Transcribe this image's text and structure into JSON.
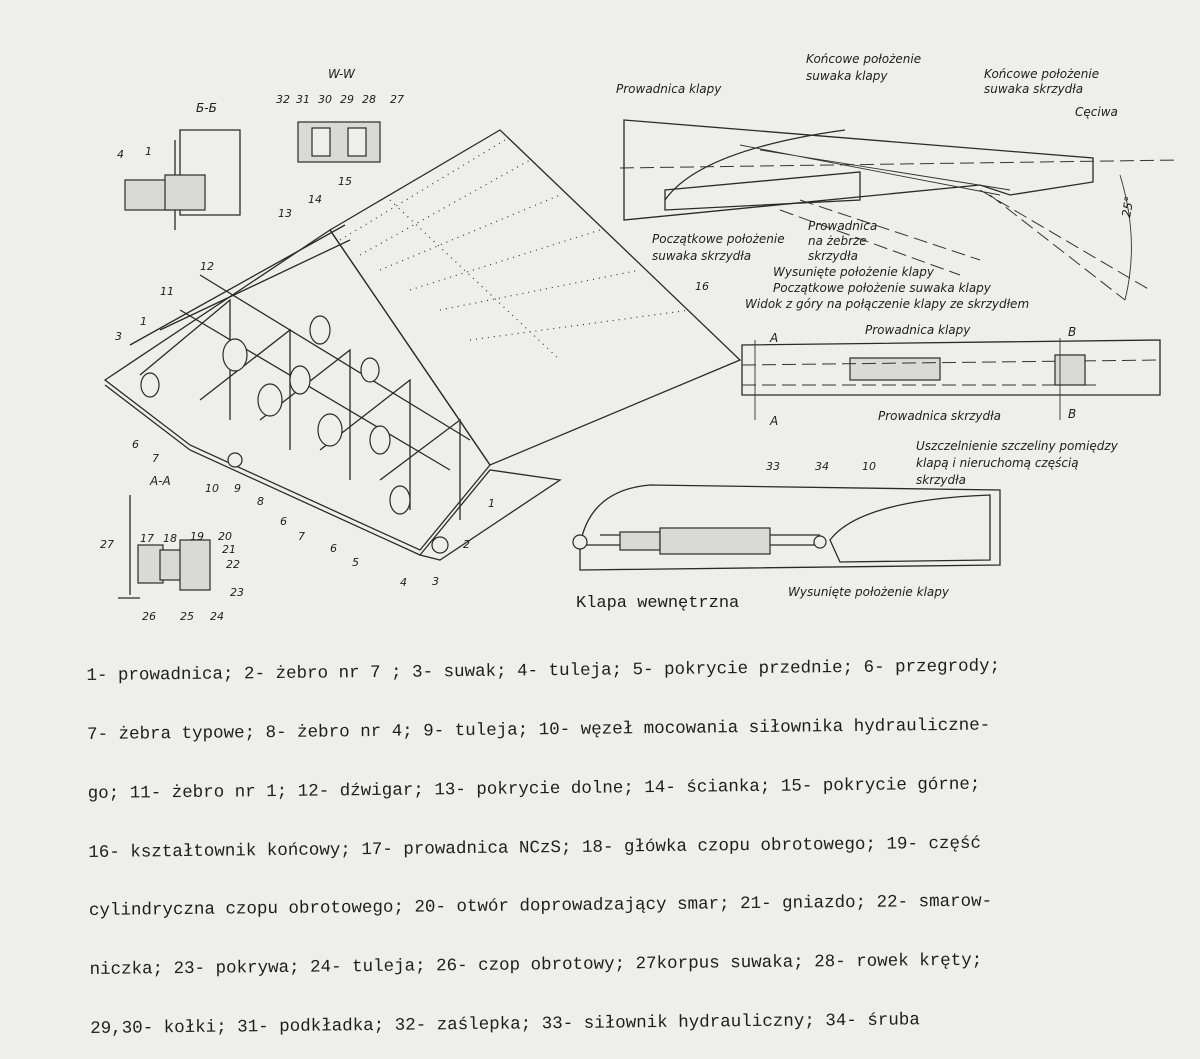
{
  "sections": {
    "ww": "W-W",
    "bb": "Б-Б",
    "aa": "A-A"
  },
  "callouts_main": [
    "1",
    "2",
    "3",
    "4",
    "5",
    "6",
    "7",
    "8",
    "9",
    "10",
    "11",
    "12",
    "13",
    "14",
    "15",
    "16"
  ],
  "callouts_ww": [
    "32",
    "31",
    "30",
    "29",
    "28",
    "27"
  ],
  "callouts_bb": [
    "4",
    "1"
  ],
  "callouts_aa": [
    "27",
    "17",
    "18",
    "19",
    "20",
    "21",
    "22",
    "23",
    "24",
    "25",
    "26"
  ],
  "callouts_actuator": [
    "33",
    "34",
    "10"
  ],
  "side_view": {
    "koncowe_suwaka_klapy": [
      "Końcowe położenie",
      "suwaka klapy"
    ],
    "koncowe_suwaka_skrzydla": [
      "Końcowe położenie",
      "suwaka skrzydła"
    ],
    "prowadnica_klapy": "Prowadnica klapy",
    "cieciwa": "Cęciwa",
    "poczatkowe_suwaka_skrzydla": [
      "Początkowe położenie",
      "suwaka skrzydła"
    ],
    "prowadnica_na_zebrze": [
      "Prowadnica",
      "na żebrze",
      "skrzydła"
    ],
    "wysuniete": "Wysunięte położenie klapy",
    "poczatkowe_suwaka_klapy": "Początkowe położenie suwaka klapy",
    "angle": "25°"
  },
  "top_view": {
    "title": "Widok z góry na połączenie klapy ze skrzydłem",
    "prowadnica_klapy": "Prowadnica klapy",
    "prowadnica_skrzydla": "Prowadnica skrzydła",
    "a": "A",
    "b": "B"
  },
  "flap_view": {
    "seal": [
      "Uszczelnienie szczeliny pomiędzy",
      "klapą i nieruchomą częścią",
      "skrzydła"
    ],
    "name": "Klapa wewnętrzna",
    "wysuniete": "Wysunięte położenie klapy"
  },
  "caption": [
    "1- prowadnica; 2- żebro nr 7 ; 3- suwak; 4- tuleja; 5- pokrycie przednie; 6- przegrody;",
    "7- żebra typowe; 8- żebro nr 4; 9- tuleja; 10- węzeł mocowania siłownika hydrauliczne-",
    "go; 11- żebro nr 1; 12- dźwigar; 13- pokrycie dolne; 14- ścianka; 15- pokrycie górne;",
    "16- kształtownik końcowy; 17- prowadnica NCzS; 18- główka czopu obrotowego; 19- część",
    "cylindryczna czopu obrotowego; 20- otwór doprowadzający smar; 21- gniazdo; 22- smarow-",
    "niczka; 23- pokrywa; 24- tuleja; 26- czop obrotowy; 27korpus suwaka; 28- rowek kręty;",
    "29,30- kołki; 31- podkładka; 32- zaślepka; 33- siłownik hydrauliczny; 34- śruba"
  ]
}
